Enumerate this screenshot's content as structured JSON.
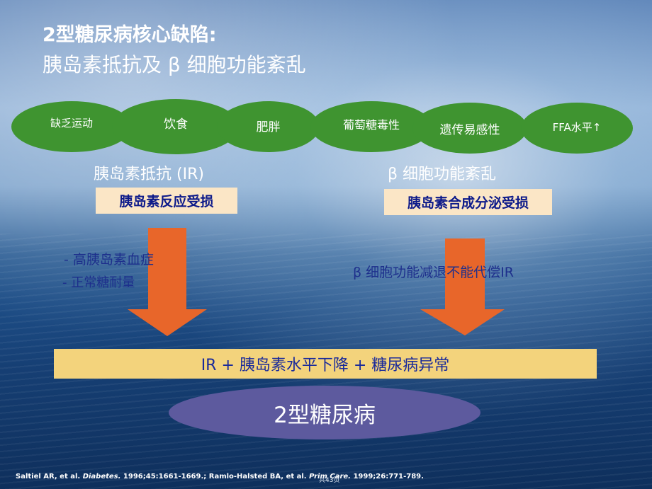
{
  "title": {
    "line1": "2型糖尿病核心缺陷:",
    "line2": "胰岛素抵抗及 β 细胞功能紊乱"
  },
  "factors": [
    "缺乏运动",
    "饮食",
    "肥胖",
    "葡萄糖毒性",
    "遗传易感性",
    "FFA水平↑"
  ],
  "left": {
    "heading": "胰岛素抵抗 (IR)",
    "box": "胰岛素反应受损",
    "bullets": [
      "- 高胰岛素血症",
      "- 正常糖耐量"
    ]
  },
  "right": {
    "heading": "β 细胞功能紊乱",
    "box": "胰岛素合成分泌受损",
    "note": "β 细胞功能减退不能代偿IR"
  },
  "banner": "IR + 胰岛素水平下降 + 糖尿病异常",
  "result": "2型糖尿病",
  "citation": {
    "part1": "Saltiel AR, et al. ",
    "journal1": "Diabetes.",
    "part2": " 1996;45:1661-1669.; Ramlo-Halsted BA, et al. ",
    "journal2": "Prim Care.",
    "part3": " 1999;26:771-789."
  },
  "page_number": "共43页",
  "colors": {
    "factor_oval": "#3f9430",
    "arrow": "#e8662a",
    "box_fill": "#fbe6c6",
    "banner_fill": "#f3d37c",
    "result_oval": "#5d5a9e"
  }
}
